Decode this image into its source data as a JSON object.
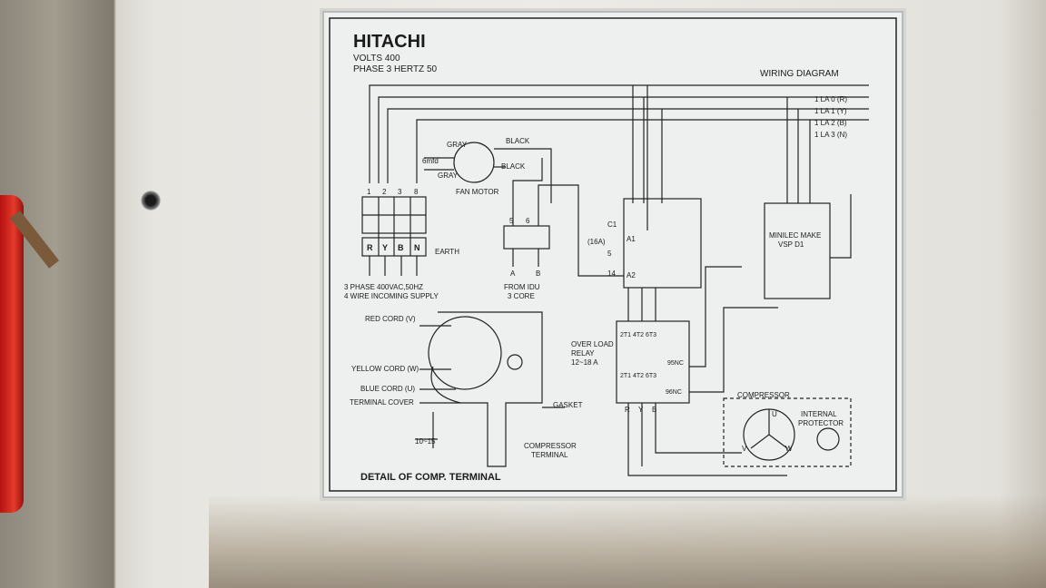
{
  "plate": {
    "brand": "HITACHI",
    "volts": "VOLTS  400",
    "phase": "PHASE 3 HERTZ 50",
    "diagram_title": "WIRING DIAGRAM",
    "detail_title": "DETAIL OF COMP. TERMINAL"
  },
  "lines": {
    "la0": "1 LA 0 (R)",
    "la1": "1 LA 1 (Y)",
    "la2": "1 LA 2 (B)",
    "la3": "1 LA 3 (N)"
  },
  "fan": {
    "gray1": "GRAY",
    "gray2": "GRAY",
    "black1": "BLACK",
    "black2": "BLACK",
    "cap": "6mfd",
    "label": "FAN MOTOR"
  },
  "supply": {
    "terminals": [
      "1",
      "2",
      "3",
      "8"
    ],
    "phases": [
      "R",
      "Y",
      "B",
      "N"
    ],
    "earth": "EARTH",
    "desc1": "3 PHASE 400VAC,50HZ",
    "desc2": "4 WIRE INCOMING SUPPLY"
  },
  "idu": {
    "t5": "5",
    "t6": "6",
    "a": "A",
    "b": "B",
    "desc1": "FROM IDU",
    "desc2": "3 CORE"
  },
  "contactor": {
    "c1": "C1",
    "amp": "(16A)",
    "a1": "A1",
    "a2": "A2",
    "n5": "5",
    "n14": "14"
  },
  "minilec": {
    "line1": "MINILEC MAKE",
    "line2": "VSP D1"
  },
  "overload": {
    "line1": "OVER LOAD",
    "line2": "RELAY",
    "line3": "12~18 A",
    "top": "2T1 4T2 6T3",
    "bot": "2T1 4T2 6T3",
    "nc95": "95NC",
    "nc96": "96NC",
    "rr": "R",
    "yy": "Y",
    "bb": "B"
  },
  "compressor": {
    "label": "COMPRESSOR",
    "protector1": "INTERNAL",
    "protector2": "PROTECTOR",
    "u": "U",
    "v": "V",
    "w": "W"
  },
  "detail": {
    "red": "RED CORD (V)",
    "yellow": "YELLOW CORD (W)",
    "blue": "BLUE CORD (U)",
    "cover": "TERMINAL COVER",
    "gasket": "GASKET",
    "comp1": "COMPRESSOR",
    "comp2": "TERMINAL",
    "dim": "10~15"
  }
}
